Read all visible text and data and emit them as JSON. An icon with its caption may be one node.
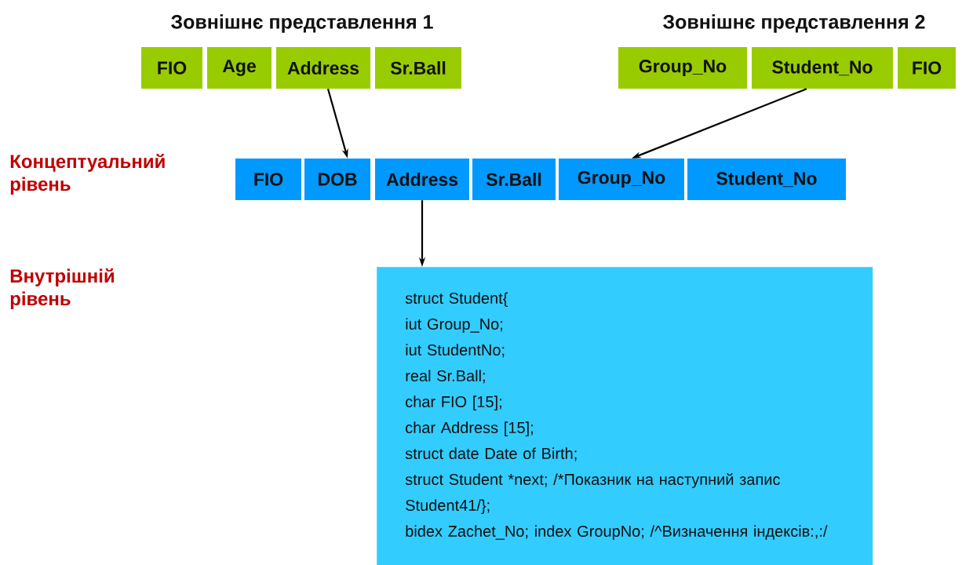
{
  "diagram": {
    "nodes": [
      {
        "text": [
          "FIO"
        ]
      },
      {
        "text": [
          "Age"
        ]
      },
      {
        "text": [
          "Address"
        ]
      },
      {
        "text": [
          "Sr.Ball"
        ]
      },
      {
        "text": [
          "Group_No"
        ]
      },
      {
        "text": [
          "Student_No"
        ]
      },
      {
        "text": [
          "FIO"
        ]
      },
      {
        "text": [
          "FIO"
        ]
      },
      {
        "text": [
          "DOB"
        ]
      },
      {
        "text": [
          "Address"
        ]
      },
      {
        "text": [
          "Sr.Ball"
        ]
      },
      {
        "text": [
          "Group_No"
        ]
      },
      {
        "text": [
          "Student_No"
        ]
      },
      {
        "text": [
          "struct Student{",
          "iut Group_No;",
          "iut StudentNo;",
          "real Sr.Ball;",
          "char FIO [15];",
          "char Address [15];",
          "struct date Date of Birth;",
          "struct Student *next; /*Показник на наступний запис Student41/};",
          "bidex Zachet_No; index GroupNo; /^Визначення індексів:,:/"
        ]
      }
    ],
    "edges": [
      {
        "from": 2,
        "to": 8,
        "arrow": "to"
      },
      {
        "from": 5,
        "to": 11,
        "arrow": "to"
      },
      {
        "from": 9,
        "to": 13,
        "arrow": "to"
      }
    ],
    "labels": [
      "Зовнішнє представлення 1",
      "Зовнішнє представлення 2",
      "Концептуальний рівень",
      "Внутрішній рівень"
    ]
  }
}
